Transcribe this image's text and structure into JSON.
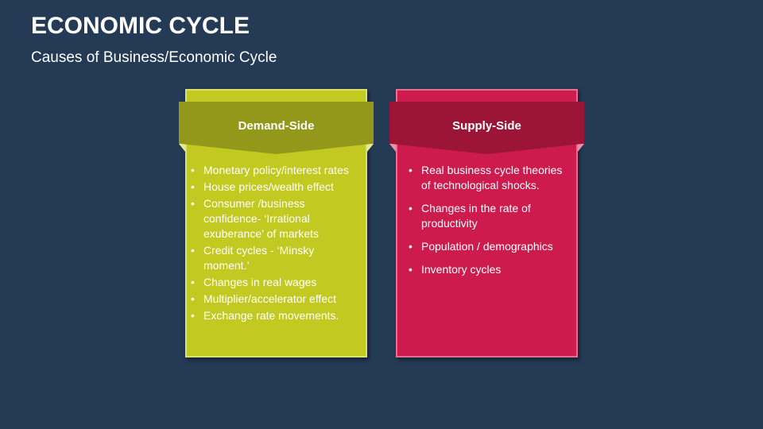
{
  "slide": {
    "title": "ECONOMIC CYCLE",
    "subtitle": "Causes of Business/Economic Cycle"
  },
  "colors": {
    "background": "#253a55",
    "demand_card": "#c2c920",
    "demand_banner": "#93981a",
    "supply_card": "#cc1b4c",
    "supply_banner": "#9c1537"
  },
  "demand": {
    "heading": "Demand-Side",
    "items": [
      "Monetary policy/interest rates",
      "House prices/wealth effect",
      "Consumer /business confidence- ‘Irrational exuberance’ of markets",
      "Credit cycles - ‘Minsky moment.’",
      "Changes in real wages",
      "Multiplier/accelerator effect",
      "Exchange rate movements."
    ]
  },
  "supply": {
    "heading": "Supply-Side",
    "items": [
      "Real business cycle theories of technological shocks.",
      "Changes in the rate of productivity",
      "Population / demographics",
      "Inventory cycles"
    ]
  }
}
